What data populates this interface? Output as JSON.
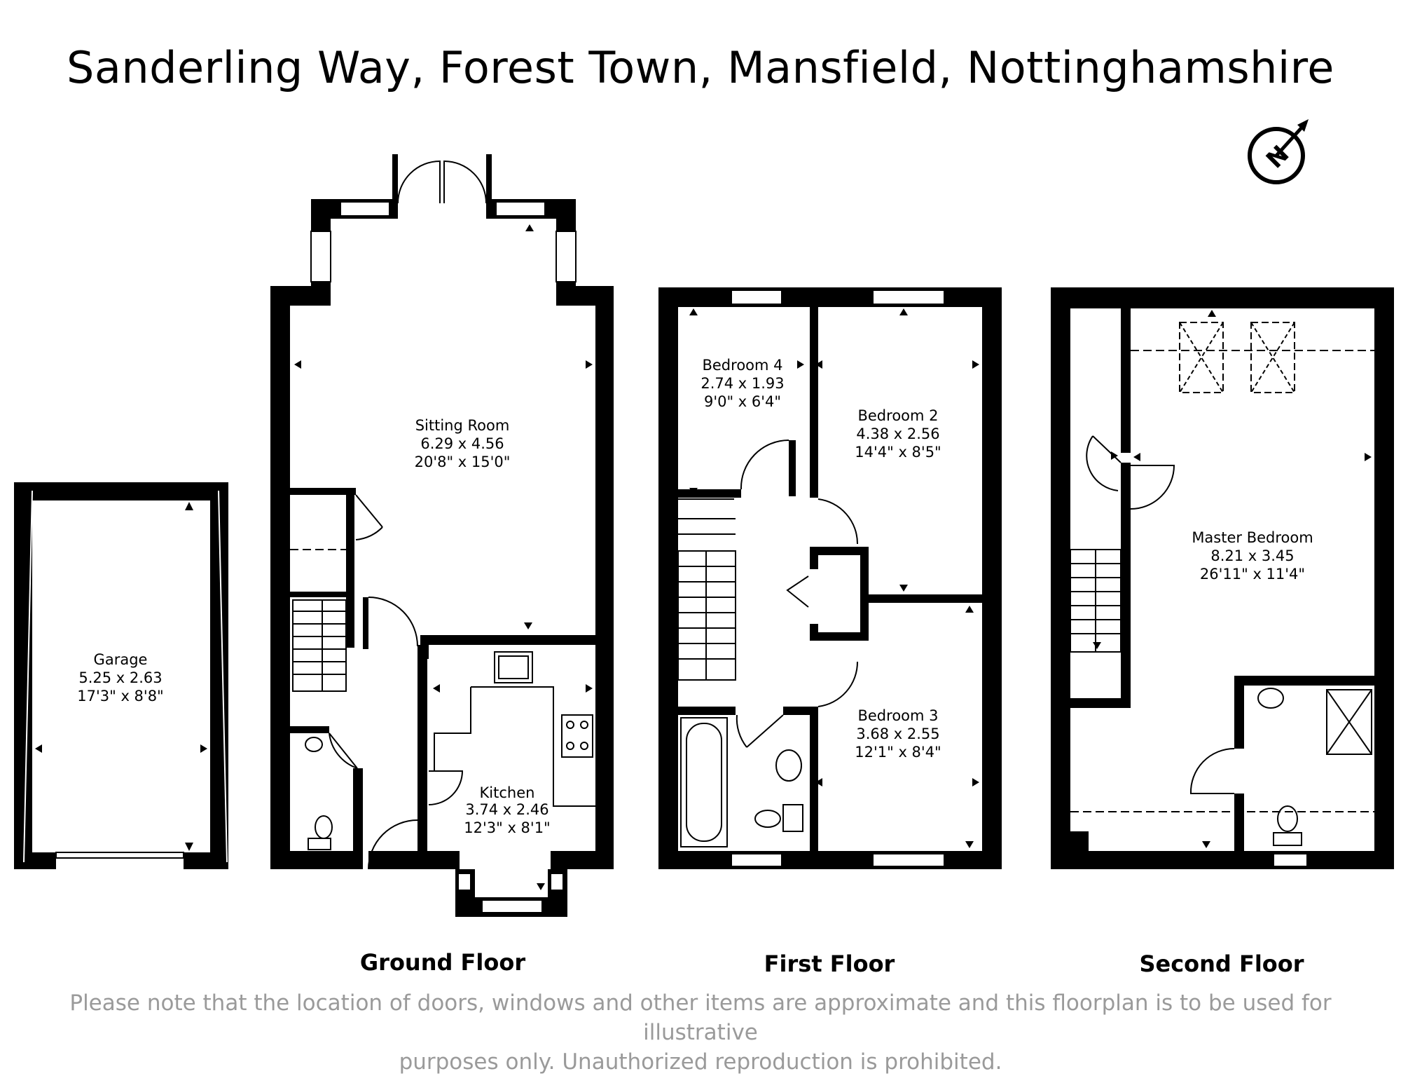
{
  "title": "Sanderling Way, Forest Town, Mansfield, Nottinghamshire",
  "compass": {
    "icon": "north-arrow-icon",
    "letter": "N"
  },
  "floors": [
    {
      "label": "Ground Floor",
      "rooms": [
        {
          "name": "Sitting Room",
          "metric": "6.29 x 4.56",
          "imperial": "20'8\" x 15'0\""
        },
        {
          "name": "Kitchen",
          "metric": "3.74 x 2.46",
          "imperial": "12'3\" x 8'1\""
        },
        {
          "name": "Garage",
          "metric": "5.25 x 2.63",
          "imperial": "17'3\" x 8'8\""
        }
      ]
    },
    {
      "label": "First Floor",
      "rooms": [
        {
          "name": "Bedroom 4",
          "metric": "2.74 x 1.93",
          "imperial": "9'0\" x 6'4\""
        },
        {
          "name": "Bedroom 2",
          "metric": "4.38 x 2.56",
          "imperial": "14'4\" x 8'5\""
        },
        {
          "name": "Bedroom 3",
          "metric": "3.68 x 2.55",
          "imperial": "12'1\" x 8'4\""
        }
      ]
    },
    {
      "label": "Second Floor",
      "rooms": [
        {
          "name": "Master Bedroom",
          "metric": "8.21 x 3.45",
          "imperial": "26'11\" x 11'4\""
        }
      ]
    }
  ],
  "disclaimer": {
    "line1": "Please note that the location of doors, windows and other items are approximate and this floorplan is to be used for illustrative",
    "line2": "purposes only. Unauthorized reproduction is prohibited."
  }
}
